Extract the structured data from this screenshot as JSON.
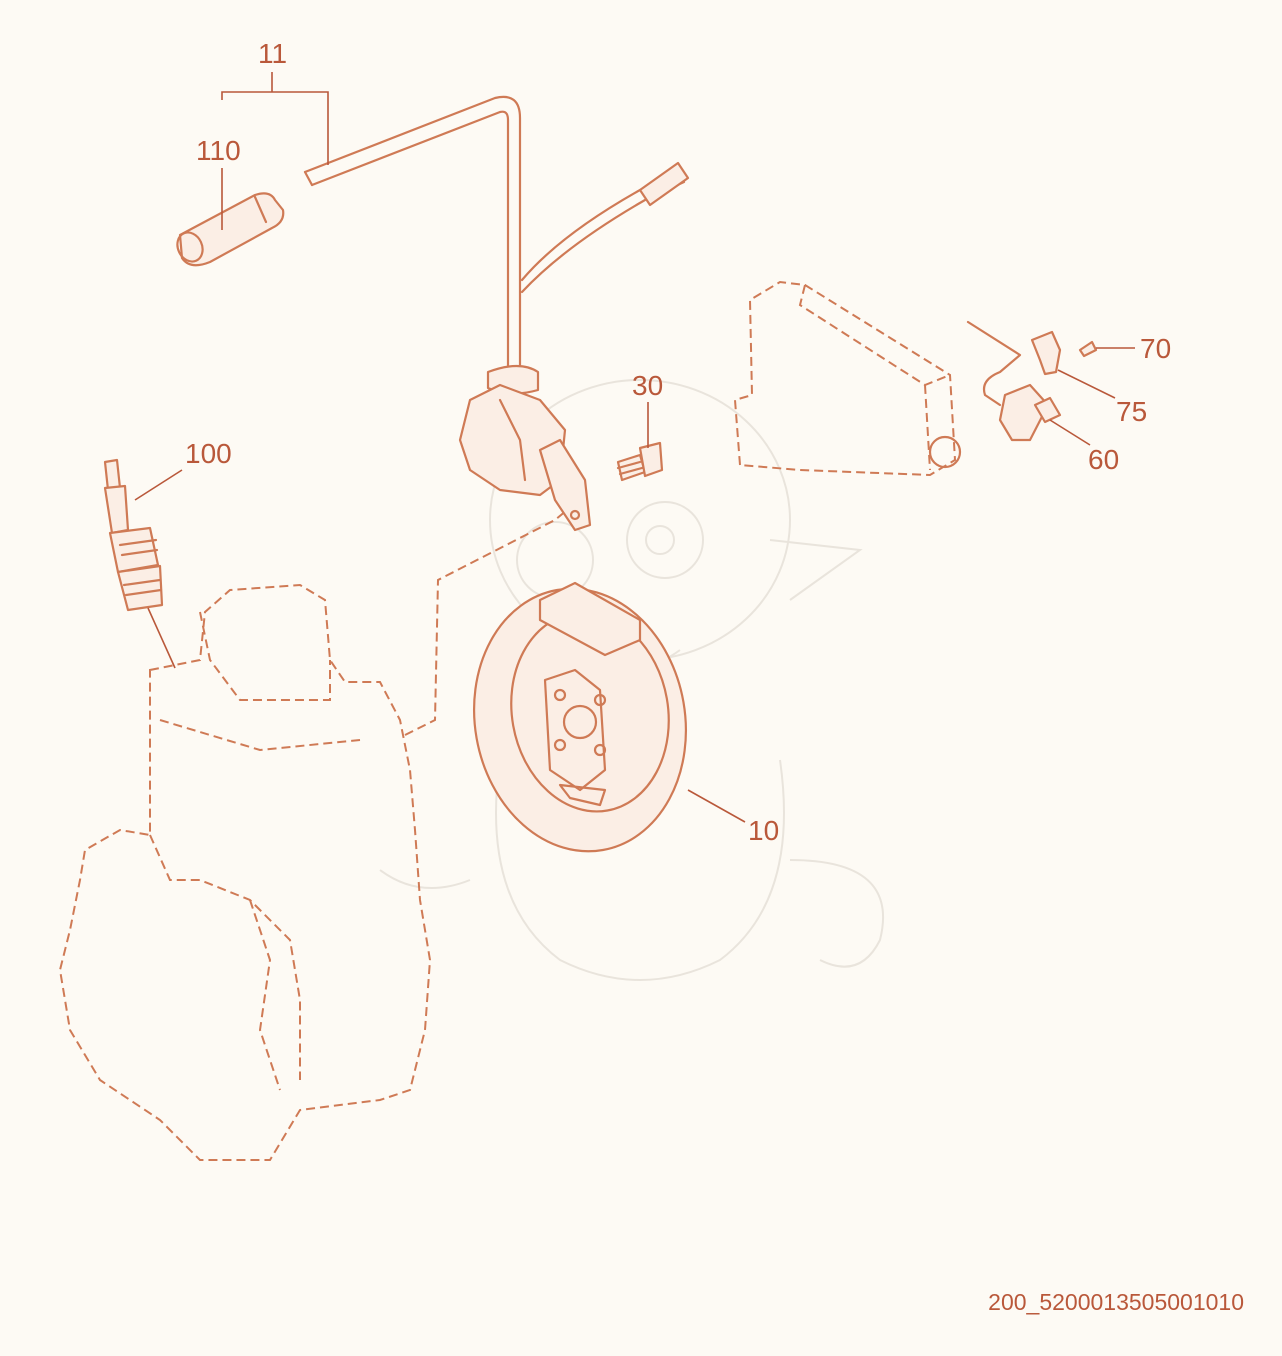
{
  "parts": [
    {
      "id": "11",
      "label": "11"
    },
    {
      "id": "110",
      "label": "110"
    },
    {
      "id": "100",
      "label": "100"
    },
    {
      "id": "30",
      "label": "30"
    },
    {
      "id": "70",
      "label": "70"
    },
    {
      "id": "75",
      "label": "75"
    },
    {
      "id": "60",
      "label": "60"
    },
    {
      "id": "10",
      "label": "10"
    }
  ],
  "reference_code": "200_5200013505001010",
  "colors": {
    "accent": "#b9583a",
    "line": "#cf7a55",
    "background": "#fdfaf4"
  }
}
